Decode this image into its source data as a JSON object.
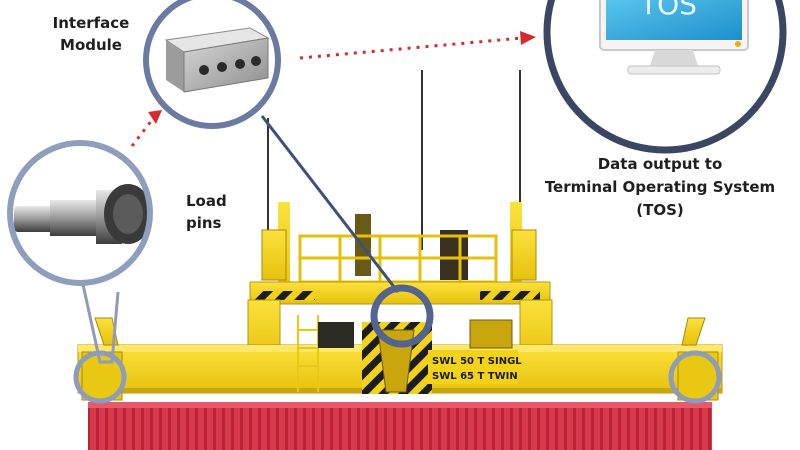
{
  "labels": {
    "interface_module": [
      "Interface",
      "Module"
    ],
    "load_pins": [
      "Load",
      "pins"
    ],
    "data_output": [
      "Data output to",
      "Terminal Operating System",
      "(TOS)"
    ]
  },
  "spreader_plate": {
    "line1": "SWL 50 T SINGL",
    "line2": "SWL 65 T TWIN"
  },
  "monitor_screen_text": "TOS",
  "colors": {
    "spreader_yellow": "#f2d31a",
    "container_red": "#d8394a",
    "callout_blue": "#7f8fae",
    "tos_ring": "#3b4762",
    "arrow_red": "#d62b2b",
    "monitor_screen": "#2ea8e0"
  },
  "icons": [
    "interface-module-box-icon",
    "load-pin-icon",
    "monitor-icon"
  ]
}
